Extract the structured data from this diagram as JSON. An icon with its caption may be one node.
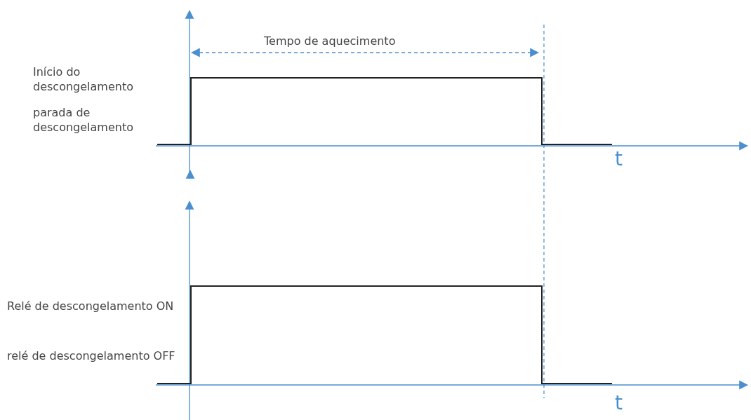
{
  "diagram": {
    "labels": [
      "Tempo de aquecimento",
      "Início do descongelamento",
      "parada de descongelamento",
      "t",
      "Relé de descongelamento ON",
      "relé de descongelamento OFF",
      "t"
    ]
  }
}
